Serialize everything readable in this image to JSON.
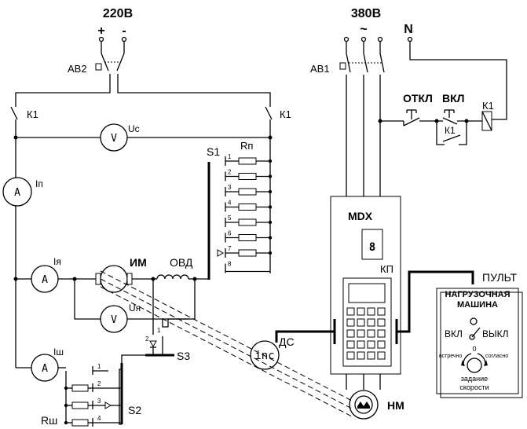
{
  "supply": {
    "dc_voltage": "220В",
    "dc_plus": "+",
    "dc_minus": "-",
    "ac_voltage": "380В",
    "ac_symbol": "~",
    "neutral": "N"
  },
  "breakers": {
    "ab2": "АВ2",
    "ab1": "АВ1"
  },
  "contactors": {
    "k1_left": "К1",
    "k1_right": "К1",
    "k1_coil": "К1",
    "k1_aux": "К1"
  },
  "buttons": {
    "off": "ОТКЛ",
    "on": "ВКЛ"
  },
  "meters": {
    "voltmeter_symbol": "V",
    "ammeter_symbol": "A",
    "uc": "Uc",
    "ip": "Iп",
    "iya": "Iя",
    "uya": "Uя",
    "ish": "Iш"
  },
  "motor": {
    "im": "ИМ",
    "ovd": "ОВД"
  },
  "switches": {
    "s1": "S1",
    "s2": "S2",
    "s3": "S3",
    "s1_positions": [
      "1",
      "2",
      "3",
      "4",
      "5",
      "6",
      "7",
      "8"
    ],
    "s2_positions": [
      "1",
      "2",
      "3",
      "4"
    ],
    "s3_positions": [
      "1",
      "2"
    ]
  },
  "resistors": {
    "rp": "Rп",
    "rsh": "Rш"
  },
  "drive": {
    "title": "MDX",
    "digit": "8",
    "kp": "КП",
    "ds": "ДС",
    "encoder": "inc",
    "load_motor": "НМ"
  },
  "pult": {
    "label": "ПУЛЬТ",
    "title_line1": "НАГРУЗОЧНАЯ",
    "title_line2": "МАШИНА",
    "on": "ВКЛ",
    "off": "ВЫКЛ",
    "ccw": "встречно",
    "zero": "0",
    "cw": "согласно",
    "speed_line1": "задание",
    "speed_line2": "скорости"
  }
}
